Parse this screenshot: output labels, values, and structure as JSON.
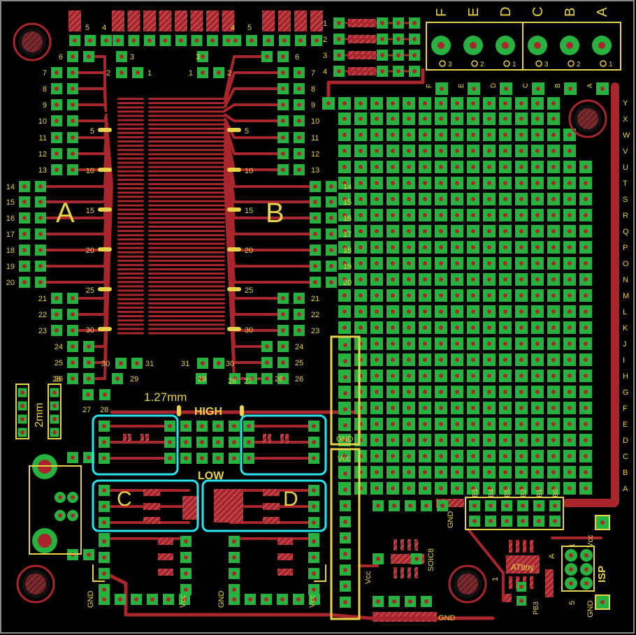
{
  "title_labels": {
    "section_a": "A",
    "section_b": "B",
    "section_c": "C",
    "section_d": "D",
    "pitch": "1.27mm",
    "high": "HIGH",
    "low": "LOW",
    "pitch2": "2mm",
    "soic": "SOIC8",
    "attiny": "ATtiny",
    "isp": "ISP",
    "gnd": "GND",
    "vcc": "Vcc",
    "pb3": "PB3",
    "one": "1",
    "five": "5",
    "a_small": "A"
  },
  "pin_numbers_left": [
    "6",
    "7",
    "8",
    "9",
    "10",
    "11",
    "12",
    "13",
    "14",
    "15",
    "16",
    "17",
    "18",
    "19",
    "20",
    "21",
    "22",
    "23",
    "24",
    "25",
    "26"
  ],
  "pin_numbers_top_left": [
    "5",
    "4"
  ],
  "pin_numbers_top_right": [
    "4",
    "5"
  ],
  "pin_numbers_inner": [
    "3",
    "2",
    "1"
  ],
  "fine_pitch_marks": [
    "5",
    "10",
    "15",
    "20",
    "25",
    "30"
  ],
  "bottom_pins_left": [
    "30",
    "31",
    "29",
    "27",
    "28"
  ],
  "bottom_pins_right": [
    "31",
    "30",
    "29",
    "28",
    "27",
    "26"
  ],
  "terminal_columns": [
    "F",
    "E",
    "D",
    "C",
    "B",
    "A"
  ],
  "terminal_sub": [
    "3",
    "2",
    "1",
    "3",
    "2",
    "1"
  ],
  "side_rows": [
    "1",
    "2",
    "3",
    "4"
  ],
  "grid_row_labels": [
    "Y",
    "X",
    "W",
    "V",
    "U",
    "T",
    "S",
    "R",
    "Q",
    "P",
    "O",
    "N",
    "M",
    "L",
    "K",
    "J",
    "I",
    "H",
    "G",
    "F",
    "E",
    "D",
    "C",
    "B",
    "A"
  ],
  "grid_col_labels": [
    "F",
    "E",
    "D",
    "C",
    "B",
    "A"
  ],
  "b_port_labels": [
    "B3",
    "B4",
    "B5",
    "B2",
    "B1",
    "B0"
  ],
  "colors": {
    "background": "#000000",
    "pad": "#27b240",
    "copper": "#a8262c",
    "silk": "#e8d24a",
    "highlight": "#27e6f2",
    "hatch": "#d06f74"
  }
}
